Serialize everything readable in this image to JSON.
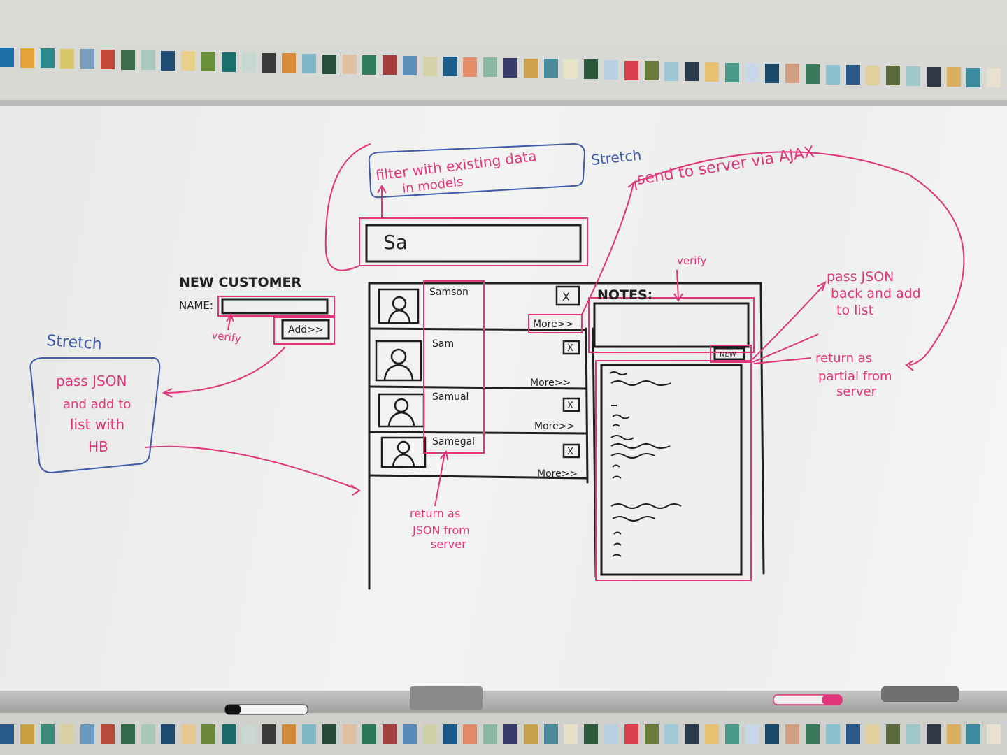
{
  "sticky_notes": {
    "top_row_colors": [
      "#1d6ea8",
      "#e7a23a",
      "#2a8a8c",
      "#d8c66a",
      "#7a9ec0",
      "#c4483a",
      "#3b6d4a",
      "#a8c8c0",
      "#1f4d76",
      "#e8d08a",
      "#6a8f3a",
      "#1a6f6a",
      "#c7d8d0",
      "#3a3a3a",
      "#d98b3a",
      "#7fb5c8",
      "#264f3e",
      "#e0c2a0",
      "#2f7f5f",
      "#a53a3a",
      "#5e8fb8",
      "#d4d2a6",
      "#1c5c8a",
      "#e28f6a",
      "#8ab8a0",
      "#393c6a",
      "#cfa14a",
      "#4a8a9a",
      "#e8e2c8",
      "#285a3a",
      "#b8d0e0",
      "#d84050",
      "#6a7a3a",
      "#9ec6d6",
      "#2a3a4a",
      "#e8c070",
      "#4a9a8a",
      "#c8d8e8",
      "#1a4a6a",
      "#d0a080",
      "#3a7a5a",
      "#8ac0d0",
      "#2a5a8a",
      "#e0d0a0",
      "#5a6a3a",
      "#a0c8c8",
      "#303848",
      "#d8b060",
      "#3a8aa0",
      "#e8e0d0"
    ],
    "bottom_row_colors": [
      "#2a5a8a",
      "#c8a040",
      "#3a8a7a",
      "#d8d0a0",
      "#6a9ac0",
      "#b84a3a",
      "#2f6a4a",
      "#a8c8b8",
      "#1f4a70",
      "#e8c890",
      "#6a8a3a",
      "#1a6a6a",
      "#c8d8d0",
      "#3a3a3a",
      "#d08a3a",
      "#80b8c8",
      "#264a3a",
      "#e0c0a0",
      "#2a7a5a",
      "#a04040",
      "#5a8ab8",
      "#d0d0a8",
      "#1a5a8a",
      "#e08a6a",
      "#88b8a0",
      "#3a3a6a",
      "#c8a04a",
      "#4a8a9a",
      "#e8e0c8",
      "#2a5a3a",
      "#b8d0e0",
      "#d84050",
      "#6a7a3a",
      "#a0c8d8",
      "#2a3a4a",
      "#e8c070",
      "#4a9a8a",
      "#c8d8e8",
      "#1a4a6a",
      "#d0a080",
      "#3a7a5a",
      "#88c0d0",
      "#2a5a8a",
      "#e0d0a0",
      "#5a6a3a",
      "#a0c8c8",
      "#303848",
      "#d8b060",
      "#3a8aa0",
      "#e8e0d0"
    ]
  },
  "sketch": {
    "filter_note": {
      "line1": "filter with existing data",
      "line2": "in models"
    },
    "stretch_top": "Stretch",
    "ajax_note": "send to server via AJAX",
    "search_value": "Sa",
    "new_customer": {
      "title": "NEW CUSTOMER",
      "name_label": "NAME:",
      "verify": "verify",
      "add_button": "Add>>"
    },
    "stretch_left": "Stretch",
    "left_note": [
      "pass JSON",
      "and add to",
      "list with",
      "HB"
    ],
    "customers": [
      {
        "name": "Samson",
        "more": "More>>",
        "delete": "X"
      },
      {
        "name": "Sam",
        "more": "More>>",
        "delete": "X"
      },
      {
        "name": "Samual",
        "more": "More>>",
        "delete": "X"
      },
      {
        "name": "Samegal",
        "more": "More>>",
        "delete": "X"
      }
    ],
    "return_json_note": [
      "return as",
      "JSON from",
      "server"
    ],
    "notes": {
      "title": "NOTES:",
      "verify": "verify",
      "new_button": "NEW"
    },
    "right_note_pass": [
      "pass JSON",
      "back and add",
      "to list"
    ],
    "right_note_return": [
      "return as",
      "partial from",
      "server"
    ]
  }
}
